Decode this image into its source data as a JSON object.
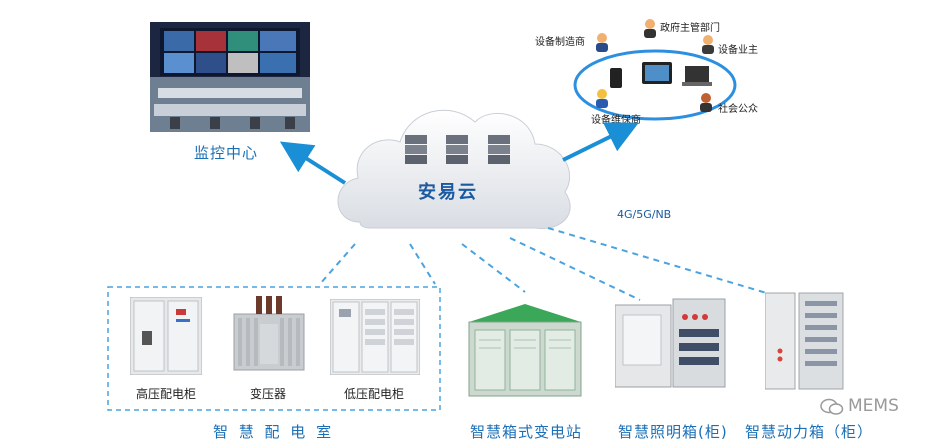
{
  "cloud": {
    "title": "安易云"
  },
  "network": {
    "label": "4G/5G/NB"
  },
  "monitor": {
    "label": "监控中心"
  },
  "stakeholders": {
    "manufacturer": "设备制造商",
    "government": "政府主管部门",
    "owner": "设备业主",
    "maintainer": "设备维保商",
    "public": "社会公众"
  },
  "substation_room": {
    "label": "智 慧 配 电 室",
    "items": [
      "高压配电柜",
      "变压器",
      "低压配电柜"
    ]
  },
  "devices": {
    "box_substation": "智慧箱式变电站",
    "lighting_box": "智慧照明箱(柜)",
    "power_box": "智慧动力箱（柜）"
  },
  "watermark": {
    "text": "MEMS"
  },
  "colors": {
    "accent": "#1a8fd6",
    "label_blue": "#1a6fb5",
    "dash": "#4aa3df"
  }
}
